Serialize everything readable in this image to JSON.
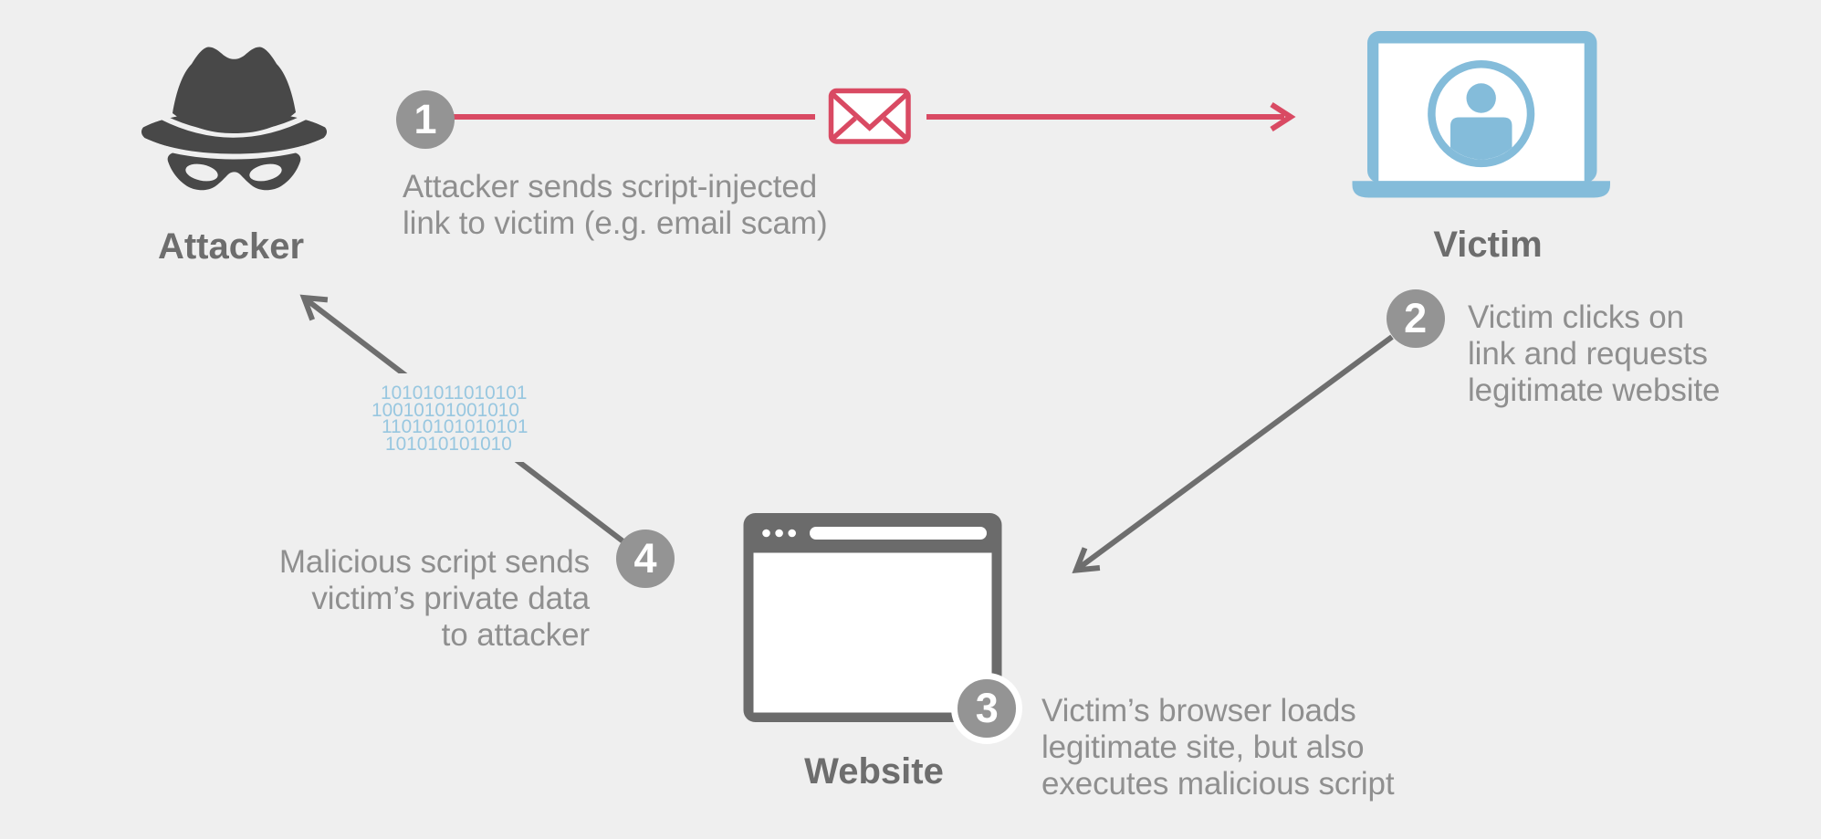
{
  "title": "Cross-site scripting attack flow diagram",
  "colors": {
    "background": "#efefef",
    "accent_red": "#d94a63",
    "accent_blue": "#84bcda",
    "binary_blue": "#98c7e0",
    "icon_dark": "#484848",
    "icon_gray": "#6b6b6b",
    "label_gray": "#6d6d6d",
    "text_gray": "#8f8f8f",
    "badge_gray": "#949494"
  },
  "nodes": {
    "attacker": {
      "label": "Attacker"
    },
    "victim": {
      "label": "Victim"
    },
    "website": {
      "label": "Website"
    }
  },
  "steps": [
    {
      "number": "1",
      "lines": [
        "Attacker sends script-injected",
        "link to victim (e.g. email scam)"
      ]
    },
    {
      "number": "2",
      "lines": [
        "Victim clicks on",
        "link and requests",
        "legitimate website"
      ]
    },
    {
      "number": "3",
      "lines": [
        "Victim’s browser loads",
        "legitimate site, but also",
        "executes malicious script"
      ]
    },
    {
      "number": "4",
      "lines": [
        "Malicious script sends",
        "victim’s private data",
        "to attacker"
      ]
    }
  ],
  "binary": {
    "lines": [
      "10101011010101",
      "10010101001010",
      "11010101010101",
      "101010101010"
    ]
  }
}
